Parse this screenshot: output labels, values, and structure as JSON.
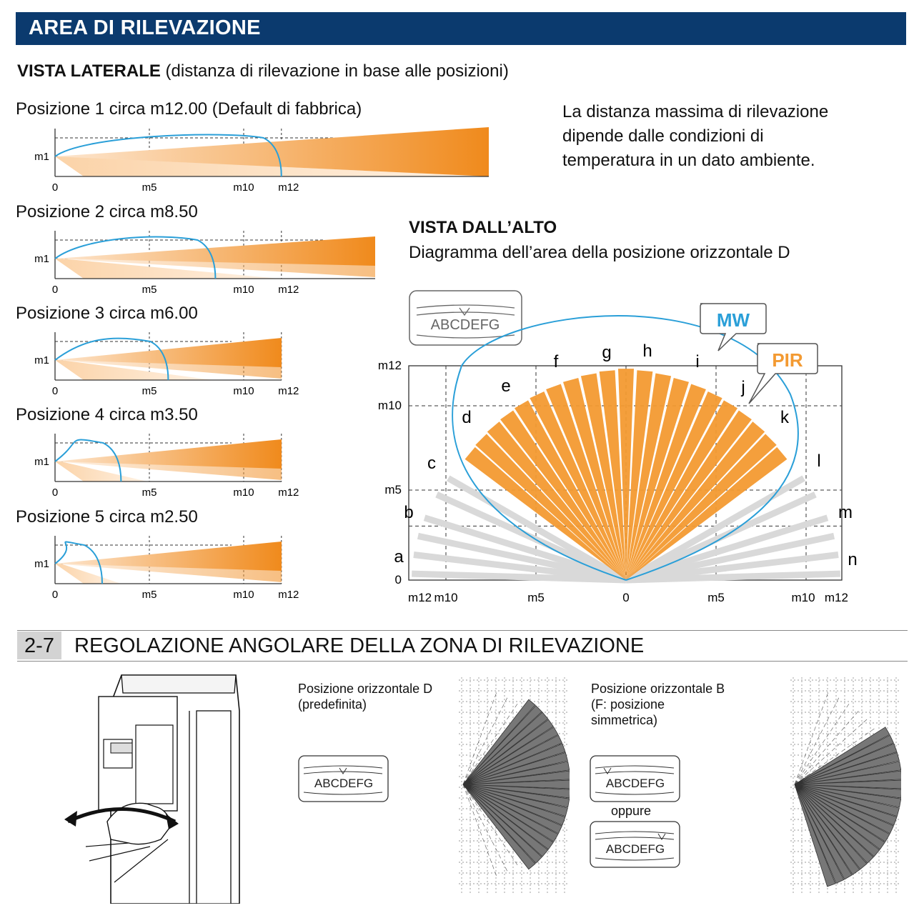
{
  "header": {
    "title": "AREA DI RILEVAZIONE"
  },
  "side_view": {
    "title_bold": "VISTA LATERALE",
    "title_rest": " (distanza di rilevazione in base alle posizioni)",
    "positions": [
      {
        "label": "Posizione 1 circa m12.00 (Default di fabbrica)",
        "distance_m": 12.0
      },
      {
        "label": "Posizione 2 circa m8.50",
        "distance_m": 8.5
      },
      {
        "label": "Posizione 3 circa m6.00",
        "distance_m": 6.0
      },
      {
        "label": "Posizione 4 circa m3.50",
        "distance_m": 3.5
      },
      {
        "label": "Posizione 5 circa m2.50",
        "distance_m": 2.5
      }
    ],
    "y_label": "m1",
    "x_ticks": [
      "0",
      "m5",
      "m10",
      "m12"
    ]
  },
  "note": "La distanza massima di rilevazione dipende dalle condizioni di temperatura in un dato ambiente.",
  "top_view": {
    "title": "VISTA DALL’ALTO",
    "subtitle": "Diagramma dell’area della posizione orizzontale D",
    "selector_letters": "ABCDEFG",
    "mw_label": "MW",
    "pir_label": "PIR",
    "y_ticks": [
      "m12",
      "m10",
      "m5",
      "0"
    ],
    "x_ticks": [
      "m12",
      "m10",
      "m5",
      "0",
      "m5",
      "m10",
      "m12"
    ],
    "zone_letters": [
      "a",
      "b",
      "c",
      "d",
      "e",
      "f",
      "g",
      "h",
      "i",
      "j",
      "k",
      "l",
      "m",
      "n"
    ],
    "colors": {
      "mw": "#2a9fd8",
      "pir": "#f39a32",
      "inactive": "#d9d9d9"
    }
  },
  "section2": {
    "number": "2-7",
    "title": "REGOLAZIONE ANGOLARE DELLA ZONA DI RILEVAZIONE",
    "pos_d_label": "Posizione orizzontale D\n(predefinita)",
    "pos_d_line1": "Posizione orizzontale D",
    "pos_d_line2": "(predefinita)",
    "pos_b_line1": "Posizione orizzontale B",
    "pos_b_line2": "(F: posizione",
    "pos_b_line3": "simmetrica)",
    "oppure": "oppure",
    "selector_letters": "ABCDEFG"
  }
}
